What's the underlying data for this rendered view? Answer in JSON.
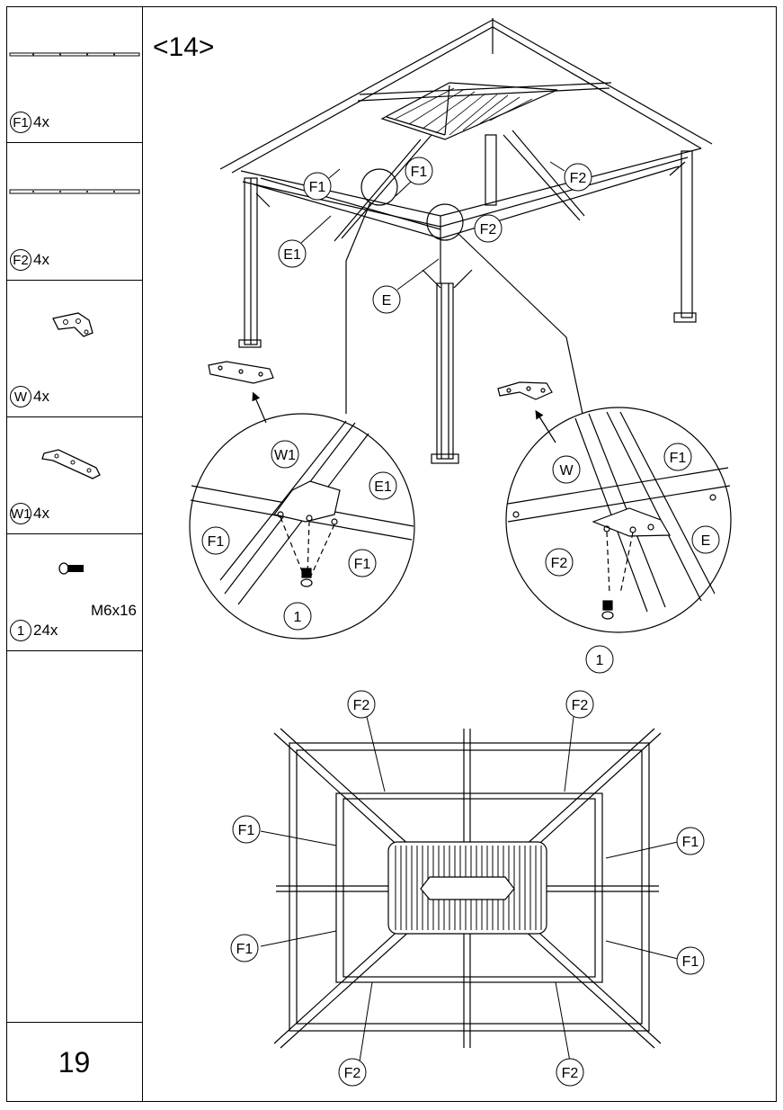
{
  "step": "<14>",
  "page_number": "19",
  "parts": [
    {
      "id": "F1",
      "qty": "4x"
    },
    {
      "id": "F2",
      "qty": "4x"
    },
    {
      "id": "W",
      "qty": "4x"
    },
    {
      "id": "W1",
      "qty": "4x"
    },
    {
      "id": "1",
      "qty": "24x",
      "spec": "M6x16"
    }
  ],
  "callouts": {
    "F1": "F1",
    "F2": "F2",
    "E": "E",
    "E1": "E1",
    "W": "W",
    "W1": "W1",
    "bolt": "1"
  }
}
